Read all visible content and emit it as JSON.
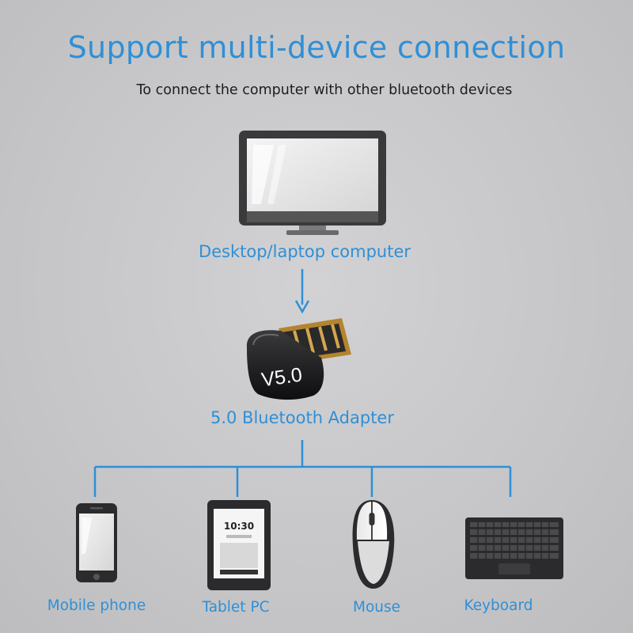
{
  "title": "Support multi-device connection",
  "subtitle": "To connect the computer with other bluetooth devices",
  "source": {
    "label": "Desktop/laptop computer"
  },
  "adapter": {
    "label": "5.0 Bluetooth Adapter",
    "badge": "V5.0"
  },
  "devices": [
    {
      "label": "Mobile phone"
    },
    {
      "label": "Tablet PC",
      "screen_time": "10:30"
    },
    {
      "label": "Mouse"
    },
    {
      "label": "Keyboard"
    }
  ],
  "colors": {
    "accent": "#2f8fd6",
    "background": "#c7c7c9",
    "device_dark": "#3a3a3c"
  }
}
